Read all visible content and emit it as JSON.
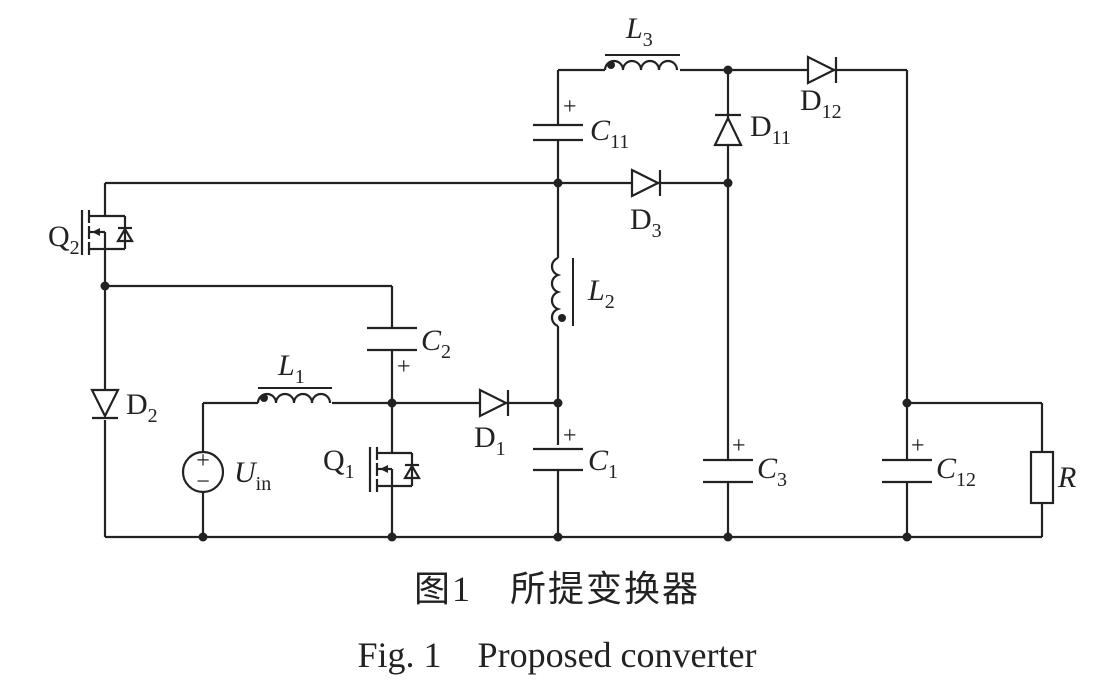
{
  "labels": {
    "L1": {
      "main": "L",
      "sub": "1"
    },
    "L2": {
      "main": "L",
      "sub": "2"
    },
    "L3": {
      "main": "L",
      "sub": "3"
    },
    "C1": {
      "main": "C",
      "sub": "1"
    },
    "C2": {
      "main": "C",
      "sub": "2"
    },
    "C3": {
      "main": "C",
      "sub": "3"
    },
    "C11": {
      "main": "C",
      "sub": "11"
    },
    "C12": {
      "main": "C",
      "sub": "12"
    },
    "D1": {
      "main": "D",
      "sub": "1"
    },
    "D2": {
      "main": "D",
      "sub": "2"
    },
    "D3": {
      "main": "D",
      "sub": "3"
    },
    "D11": {
      "main": "D",
      "sub": "11"
    },
    "D12": {
      "main": "D",
      "sub": "12"
    },
    "Q1": {
      "main": "Q",
      "sub": "1"
    },
    "Q2": {
      "main": "Q",
      "sub": "2"
    },
    "Uin": {
      "main": "U",
      "sub": "in"
    },
    "R": {
      "main": "R"
    }
  },
  "plus_sign": "+",
  "minus_sign": "−",
  "caption": {
    "chinese": "图1　所提变换器",
    "english": "Fig. 1　Proposed converter"
  }
}
